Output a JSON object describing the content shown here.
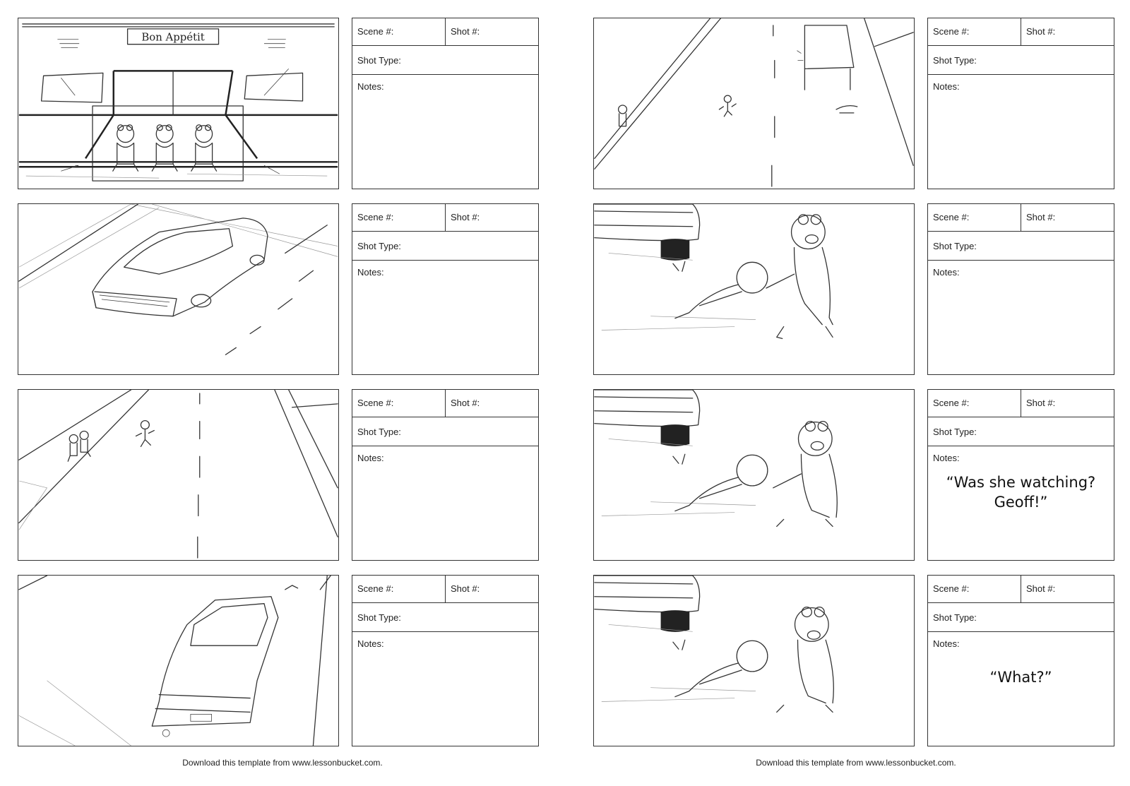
{
  "labels": {
    "scene": "Scene #:",
    "shot": "Shot #:",
    "shot_type": "Shot Type:",
    "notes": "Notes:"
  },
  "sign_text": "Bon Appétit",
  "notes_text": {
    "right_3": "“Was she watching?\nGeoff!”",
    "right_4": "“What?”"
  },
  "footer": {
    "left": "Download this template from www.lessonbucket.com.",
    "right": "Download this template from www.lessonbucket.com."
  }
}
